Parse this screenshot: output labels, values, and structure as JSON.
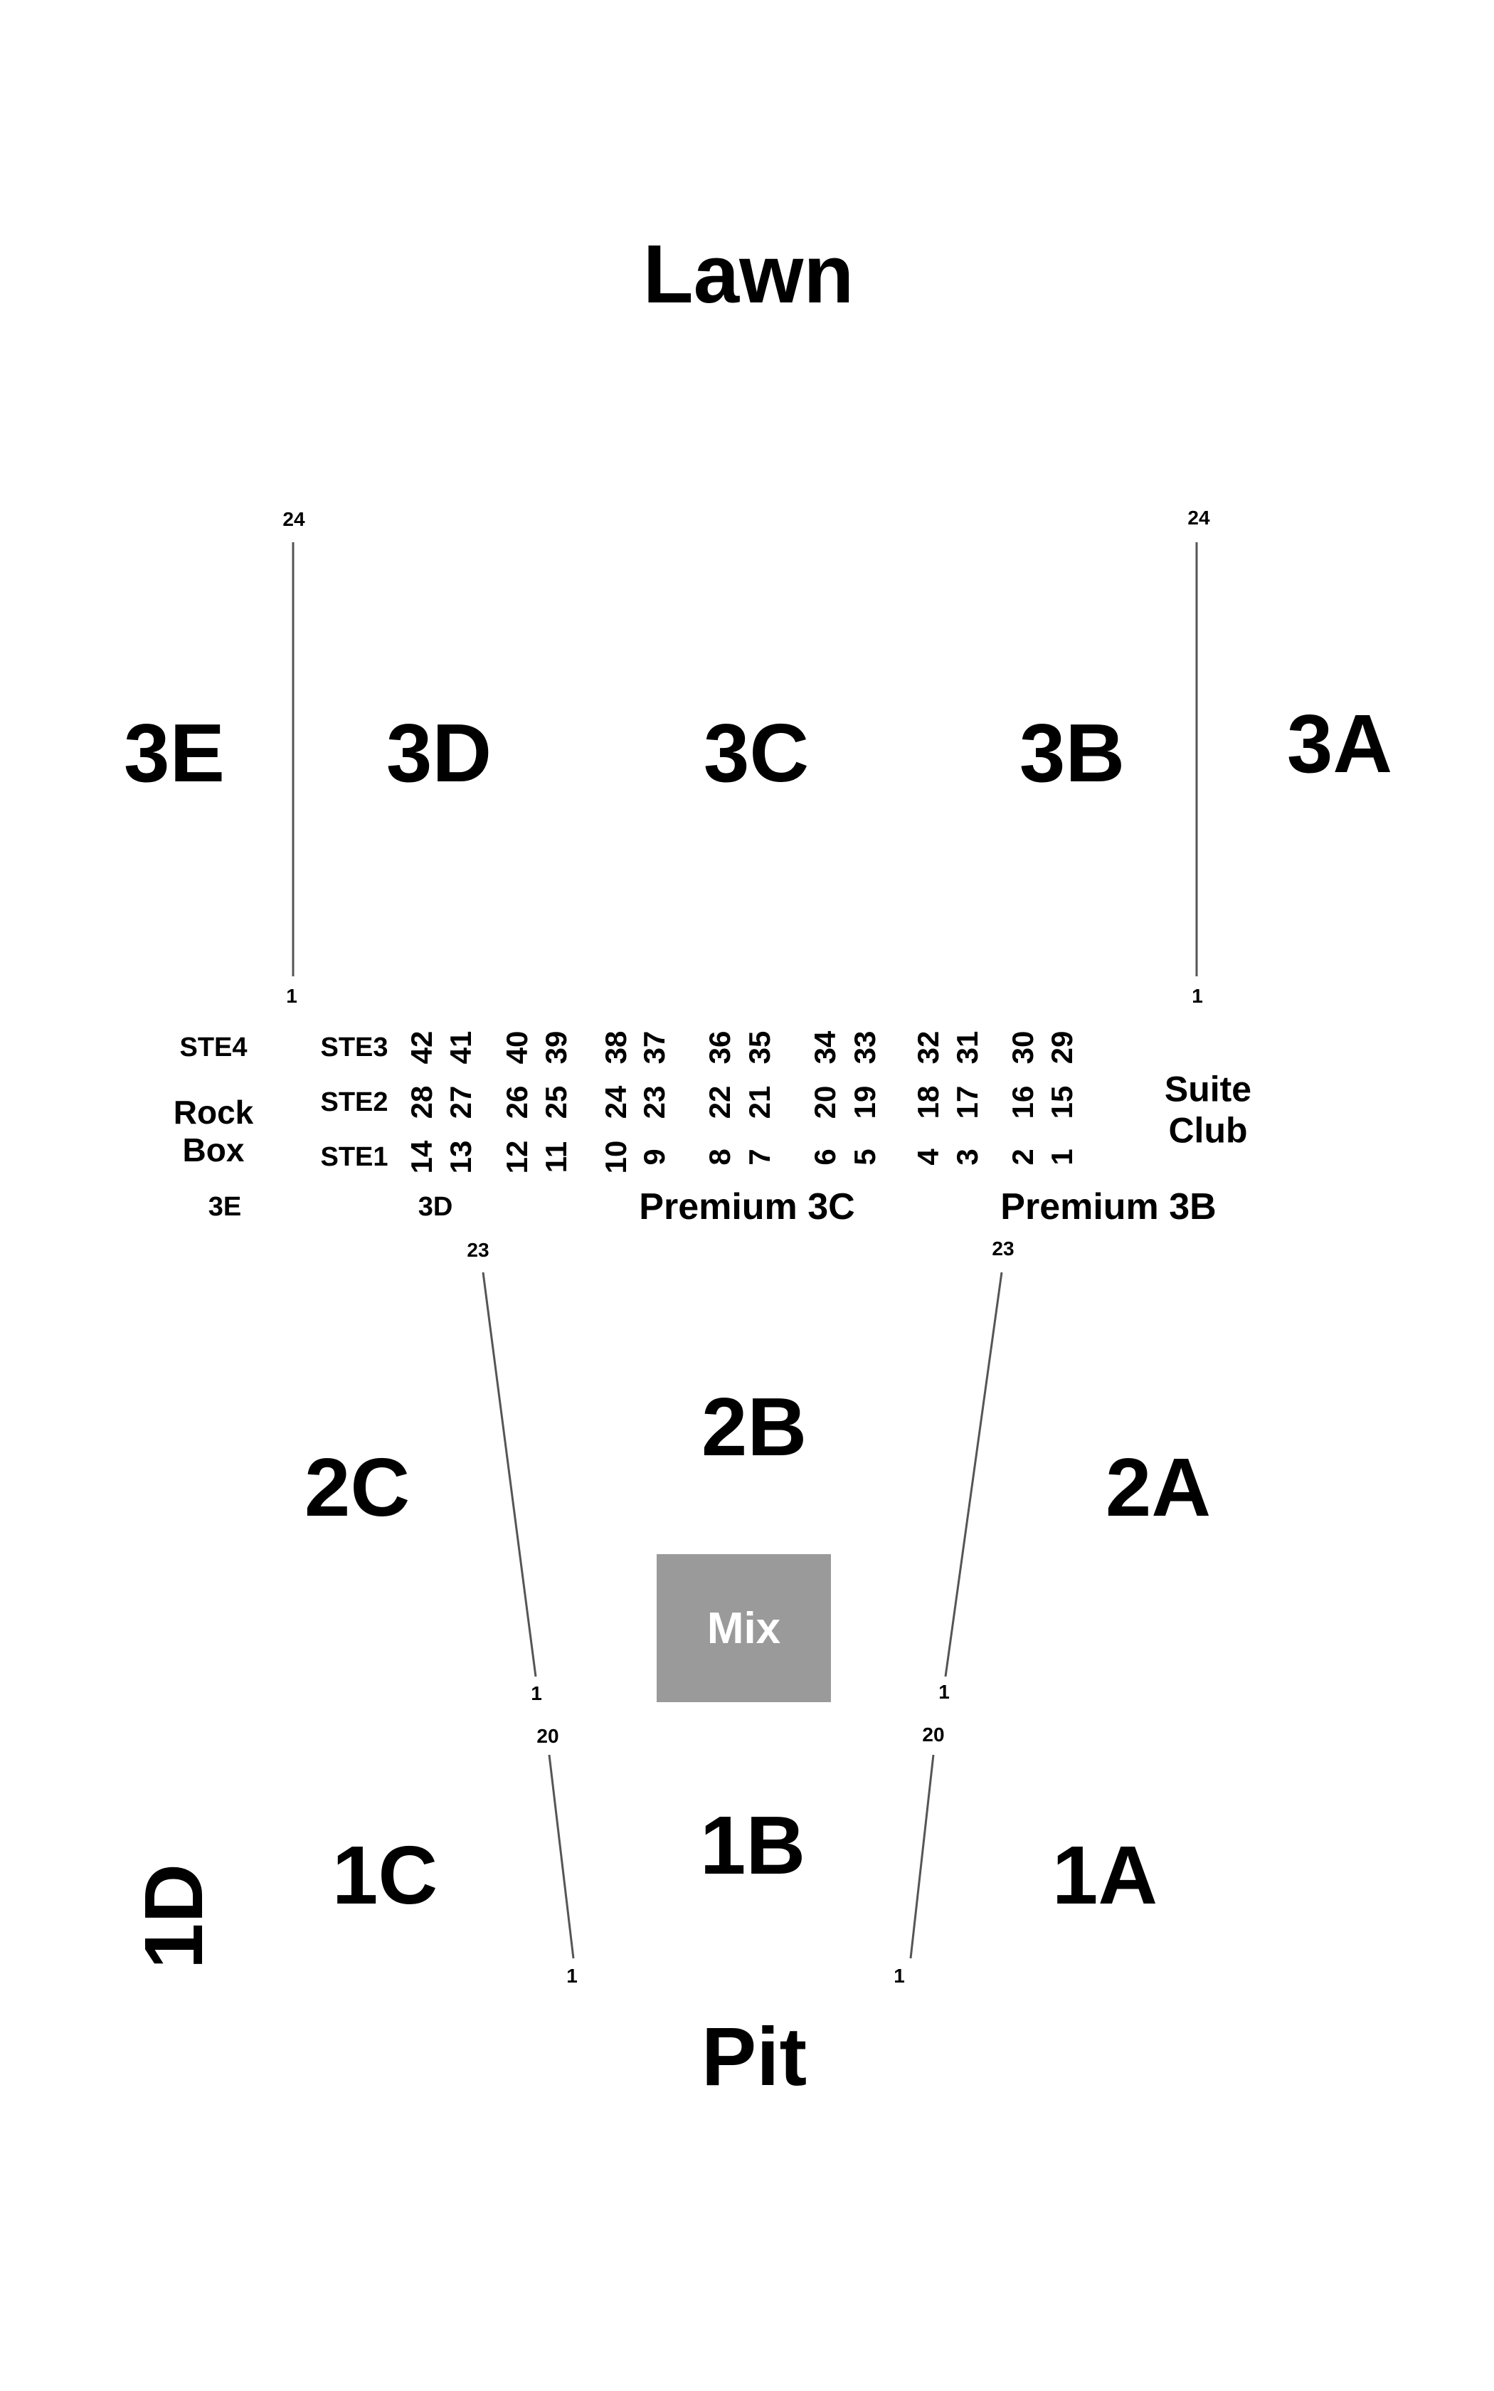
{
  "colors": {
    "text": "#000000",
    "divider": "#555555",
    "mix_fill": "#9a9a9a",
    "mix_text": "#ffffff"
  },
  "sections": {
    "lawn": "Lawn",
    "s3E": "3E",
    "s3D": "3D",
    "s3C": "3C",
    "s3B": "3B",
    "s3A": "3A",
    "s2C": "2C",
    "s2B": "2B",
    "s2A": "2A",
    "s1D": "1D",
    "s1C": "1C",
    "s1B": "1B",
    "s1A": "1A",
    "pit": "Pit",
    "mix": "Mix"
  },
  "row_markers": {
    "r3_left_top": "24",
    "r3_left_bottom": "1",
    "r3_right_top": "24",
    "r3_right_bottom": "1",
    "r2_left_top": "23",
    "r2_left_bottom": "1",
    "r2_right_top": "23",
    "r2_right_bottom": "1",
    "r1_left_top": "20",
    "r1_left_bottom": "1",
    "r1_right_top": "20",
    "r1_right_bottom": "1"
  },
  "suites": {
    "ste4": "STE4",
    "ste3": "STE3",
    "ste2": "STE2",
    "ste1": "STE1",
    "rock_box": "Rock Box",
    "suite_club": "Suite Club",
    "row_ste3": [
      "42",
      "41",
      "40",
      "39",
      "38",
      "37",
      "36",
      "35",
      "34",
      "33",
      "32",
      "31",
      "30",
      "29"
    ],
    "row_ste2": [
      "28",
      "27",
      "26",
      "25",
      "24",
      "23",
      "22",
      "21",
      "20",
      "19",
      "18",
      "17",
      "16",
      "15"
    ],
    "row_ste1": [
      "14",
      "13",
      "12",
      "11",
      "10",
      "9",
      "8",
      "7",
      "6",
      "5",
      "4",
      "3",
      "2",
      "1"
    ]
  },
  "box_sections": {
    "b3E": "3E",
    "b3D": "3D",
    "premium3C": "Premium 3C",
    "premium3B": "Premium 3B"
  }
}
